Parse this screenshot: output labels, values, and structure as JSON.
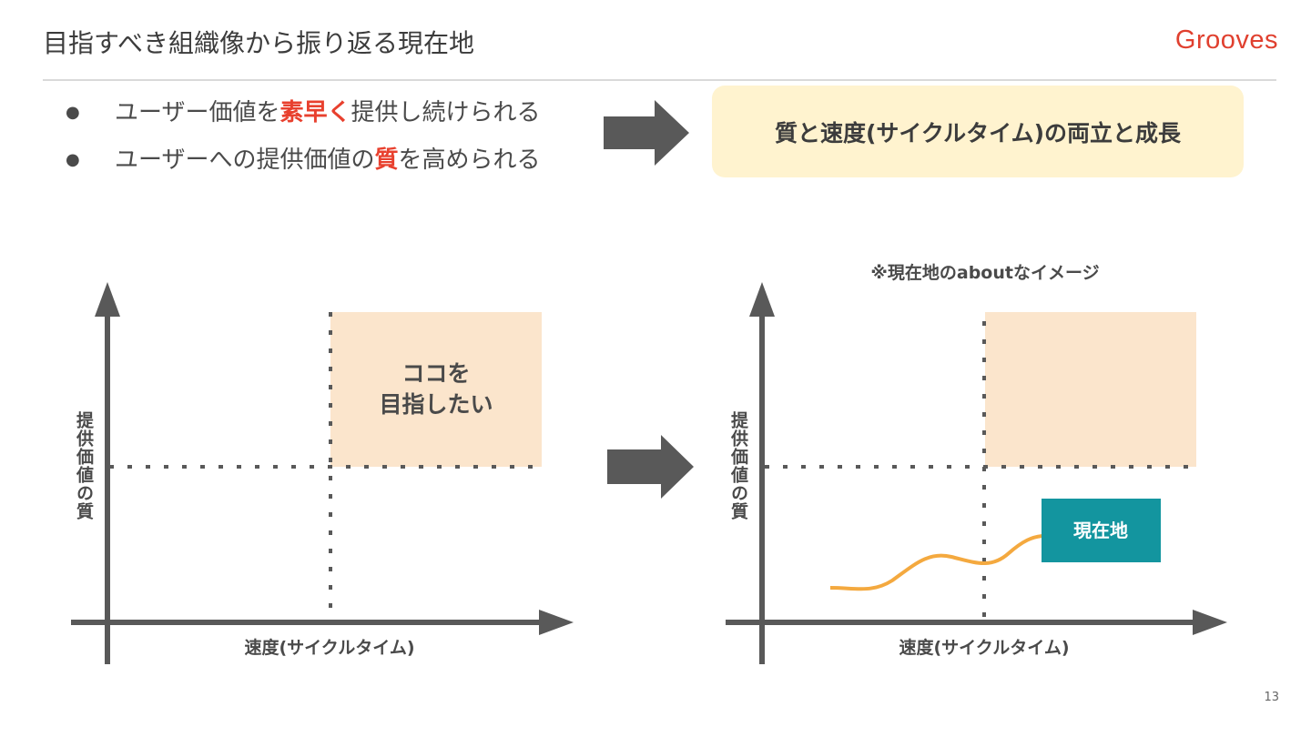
{
  "header": {
    "title": "目指すべき組織像から振り返る現在地",
    "logo": "Grooves"
  },
  "bullets": [
    {
      "before": "ユーザー価値を",
      "highlight": "素早く",
      "after": "提供し続けられる"
    },
    {
      "before": "ユーザーへの提供価値の",
      "highlight": "質",
      "after": "を高められる"
    }
  ],
  "goal_box": "質と速度(サイクルタイム)の両立と成長",
  "left_chart": {
    "y_label": "提供価値の質",
    "x_label": "速度(サイクルタイム)",
    "target_text_line1": "ココを",
    "target_text_line2": "目指したい"
  },
  "right_chart": {
    "caption": "※現在地のaboutなイメージ",
    "y_label": "提供価値の質",
    "x_label": "速度(サイクルタイム)",
    "current_label": "現在地"
  },
  "page_number": "13",
  "colors": {
    "accent": "#e8402e",
    "axis": "#595959",
    "target_fill": "#fbe5cc",
    "goal_fill": "#fff3cf",
    "curve": "#f4a93f",
    "current_box": "#13959f"
  }
}
